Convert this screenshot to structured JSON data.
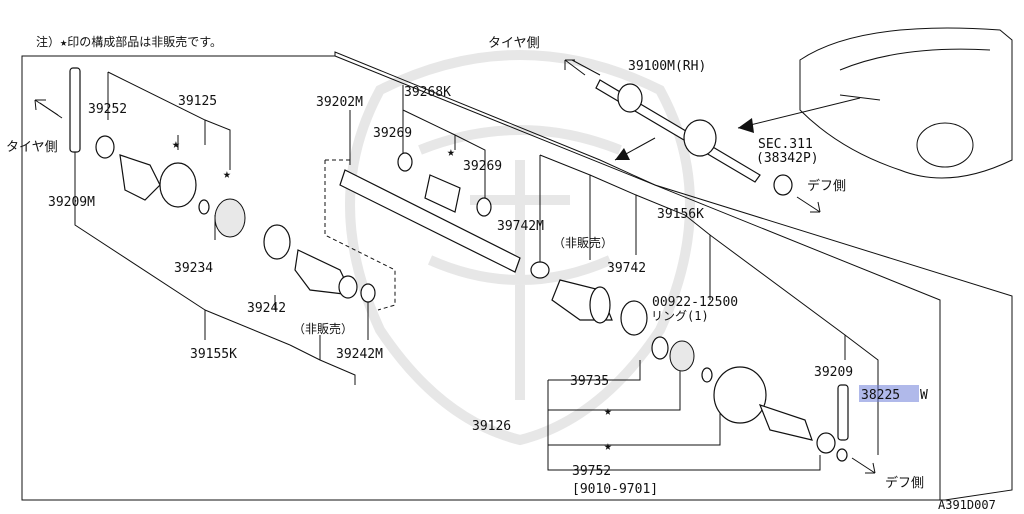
{
  "notes": {
    "top_note": "注）★印の構成部品は非販売です。",
    "tire_side": "タイヤ側",
    "diff_side": "デフ側",
    "not_sold": "（非販売）",
    "drawing_id": "A391D007",
    "star": "★"
  },
  "parts": {
    "p39252": "39252",
    "p39125": "39125",
    "p39209M": "39209M",
    "p39234": "39234",
    "p39242": "39242",
    "p39155K": "39155K",
    "p39242M": "39242M",
    "p39202M": "39202M",
    "p39268K": "39268K",
    "p39269a": "39269",
    "p39269b": "39269",
    "p39742M": "39742M",
    "p39742": "39742",
    "p39156K": "39156K",
    "p00922": "00922-12500",
    "ring": "リング(1)",
    "p39735": "39735",
    "p39126": "39126",
    "p39752": "39752",
    "date_range": "[9010-9701]",
    "p39209": "39209",
    "p38225": "38225",
    "p38225_suffix": "W",
    "p39100M": "39100M(RH)",
    "sec311": "SEC.311",
    "p38342P": "(38342P)"
  }
}
